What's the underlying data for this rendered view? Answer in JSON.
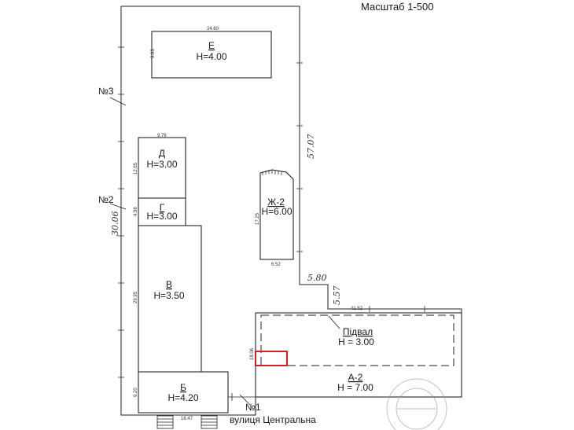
{
  "scale_label": "Масштаб  1-500",
  "street": {
    "label": "вулиця Центральна",
    "marker": "№1"
  },
  "markers": [
    "№3",
    "№2"
  ],
  "boundary_dims": [
    "57.07",
    "30.06",
    "5.80",
    "5.57"
  ],
  "buildings": {
    "E": {
      "name": "Е",
      "height": "Н=4.00",
      "width_dim": "24.60",
      "depth_dim": "9.93"
    },
    "D": {
      "name": "Д",
      "height": "Н=3.00",
      "width_dim": "9.76",
      "depth_dim": "12.65"
    },
    "G": {
      "name": "Г",
      "height": "Н=3.00",
      "depth_dim": "4.96"
    },
    "V": {
      "name": "В",
      "height": "Н=3.50",
      "depth_dim": "29.95"
    },
    "B": {
      "name": "Б",
      "height": "Н=4.20",
      "width_dim": "18.47",
      "depth_dim": "9.20"
    },
    "Zh2": {
      "name": "Ж-2",
      "height": "Н=6.00",
      "width_dim": "6.52",
      "depth_dim": "17.25"
    },
    "A2": {
      "name": "А-2",
      "height": "Н = 7.00",
      "width_dim": "41.52",
      "depth_dim": "18.06"
    },
    "basement": {
      "name": "Підвал",
      "height": "Н = 3.00"
    }
  },
  "colors": {
    "highlight": "#d42020",
    "line": "#111111",
    "stamp": "#9a9a9a"
  }
}
